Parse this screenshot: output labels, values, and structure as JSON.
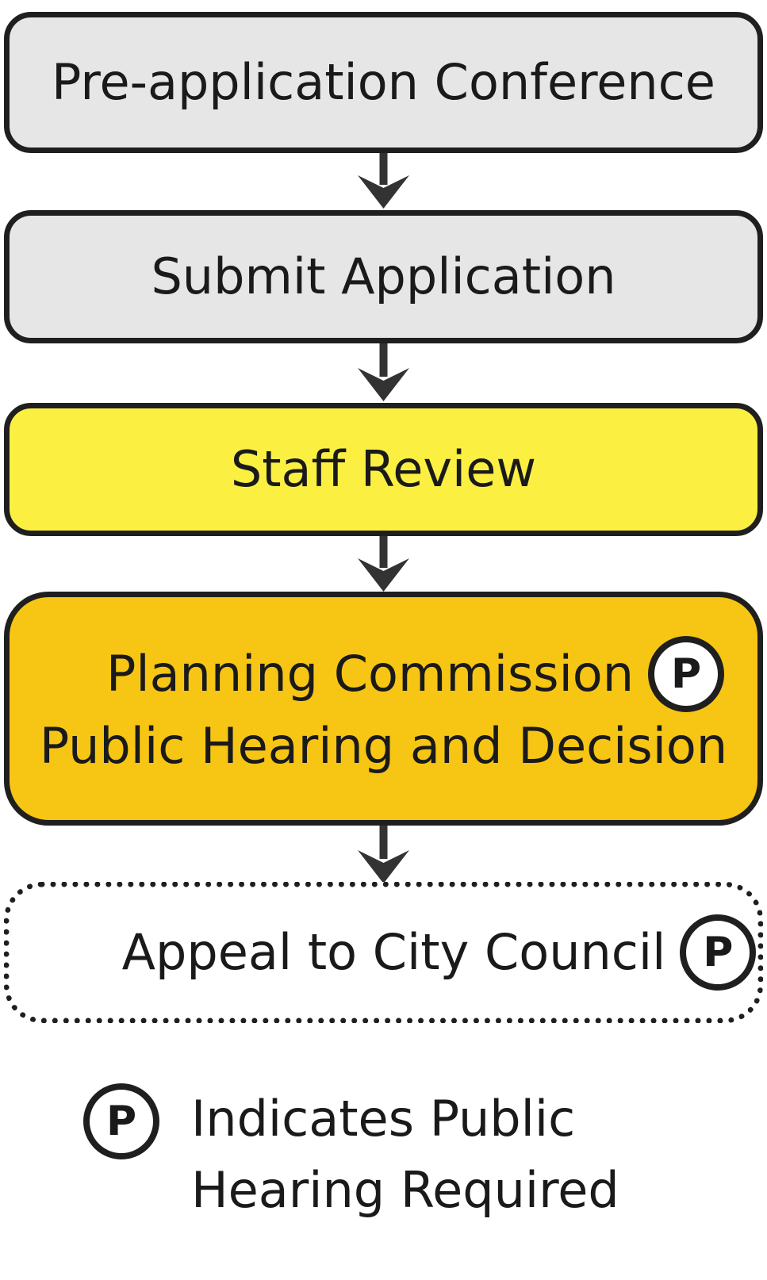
{
  "steps": [
    {
      "label": "Pre-application Conference"
    },
    {
      "label": "Submit Application"
    },
    {
      "label": "Staff Review"
    },
    {
      "label_line1": "Planning Commission",
      "label_line2": "Public Hearing and Decision",
      "badge": "P"
    },
    {
      "label": "Appeal to City Council",
      "badge": "P"
    }
  ],
  "legend": {
    "badge": "P",
    "line1": "Indicates Public",
    "line2": "Hearing Required"
  },
  "colors": {
    "gray_box": "#e6e6e6",
    "yellow_box": "#fbf042",
    "gold_box": "#f7c513",
    "outline": "#1f1f1f"
  }
}
